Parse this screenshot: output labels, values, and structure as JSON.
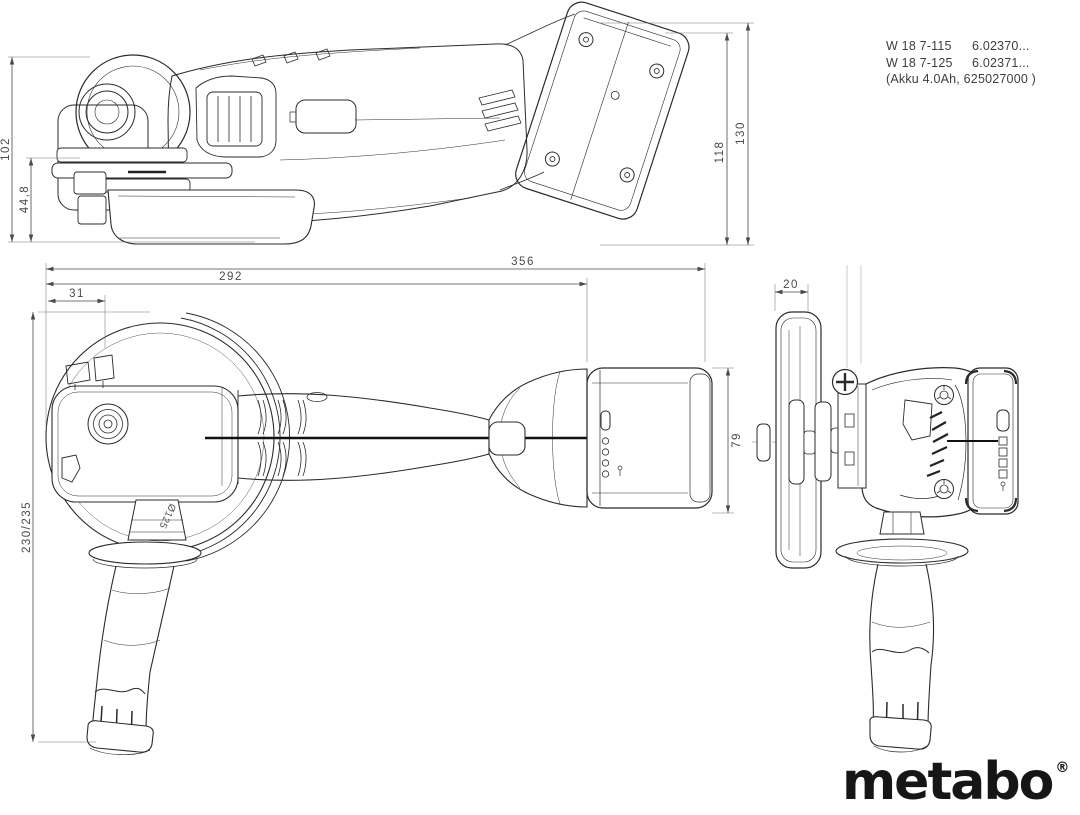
{
  "product_info": {
    "rows": [
      {
        "model": "W 18 7-115",
        "code": "6.02370..."
      },
      {
        "model": "W 18 7-125",
        "code": "6.02371..."
      }
    ],
    "battery_note": "(Akku 4.0Ah, 625027000 )"
  },
  "dimensions": {
    "head_height": "102",
    "flange_height": "44,8",
    "battery_top_inner": "118",
    "battery_top_outer": "130",
    "overall_length": "356",
    "length_to_battery": "292",
    "disc_to_front": "31",
    "battery_width": "79",
    "height_span": "230/235",
    "guard_width": "20",
    "disc_diameter": "Ø125"
  },
  "logo": {
    "wordmark": "metabo",
    "registered_mark": "®"
  },
  "colors": {
    "background": "#ffffff",
    "line": "#2b2b2b",
    "dimension": "#4a4a4a",
    "logo": "#161616"
  }
}
